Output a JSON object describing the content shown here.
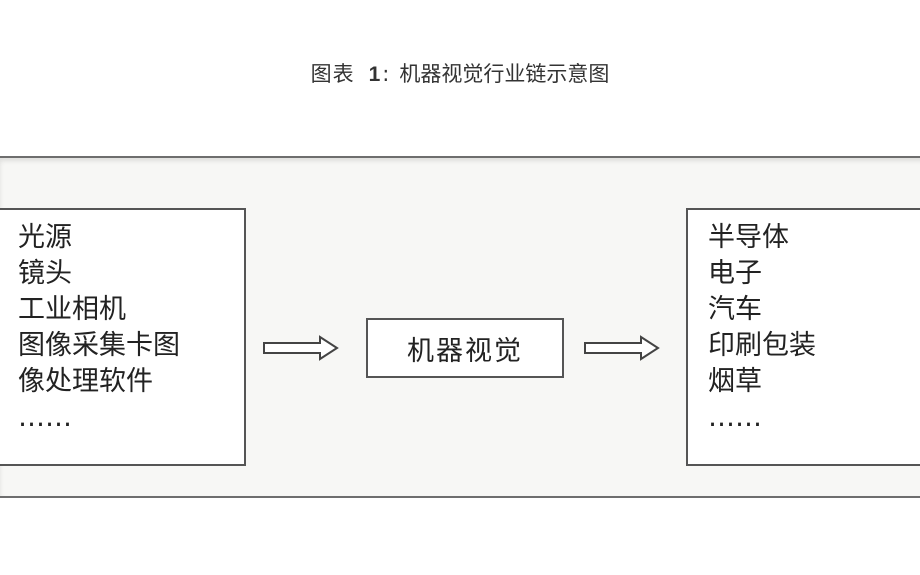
{
  "caption": {
    "label": "图表",
    "number": "1",
    "separator": ":",
    "title": "机器视觉行业链示意图"
  },
  "upstream": {
    "items": [
      "光源",
      "镜头",
      "工业相机",
      "图像采集卡图",
      "像处理软件",
      "……"
    ]
  },
  "center": {
    "label": "机器视觉"
  },
  "downstream": {
    "items": [
      "半导体",
      "电子",
      "汽车",
      "印刷包装",
      "烟草",
      "……"
    ]
  }
}
